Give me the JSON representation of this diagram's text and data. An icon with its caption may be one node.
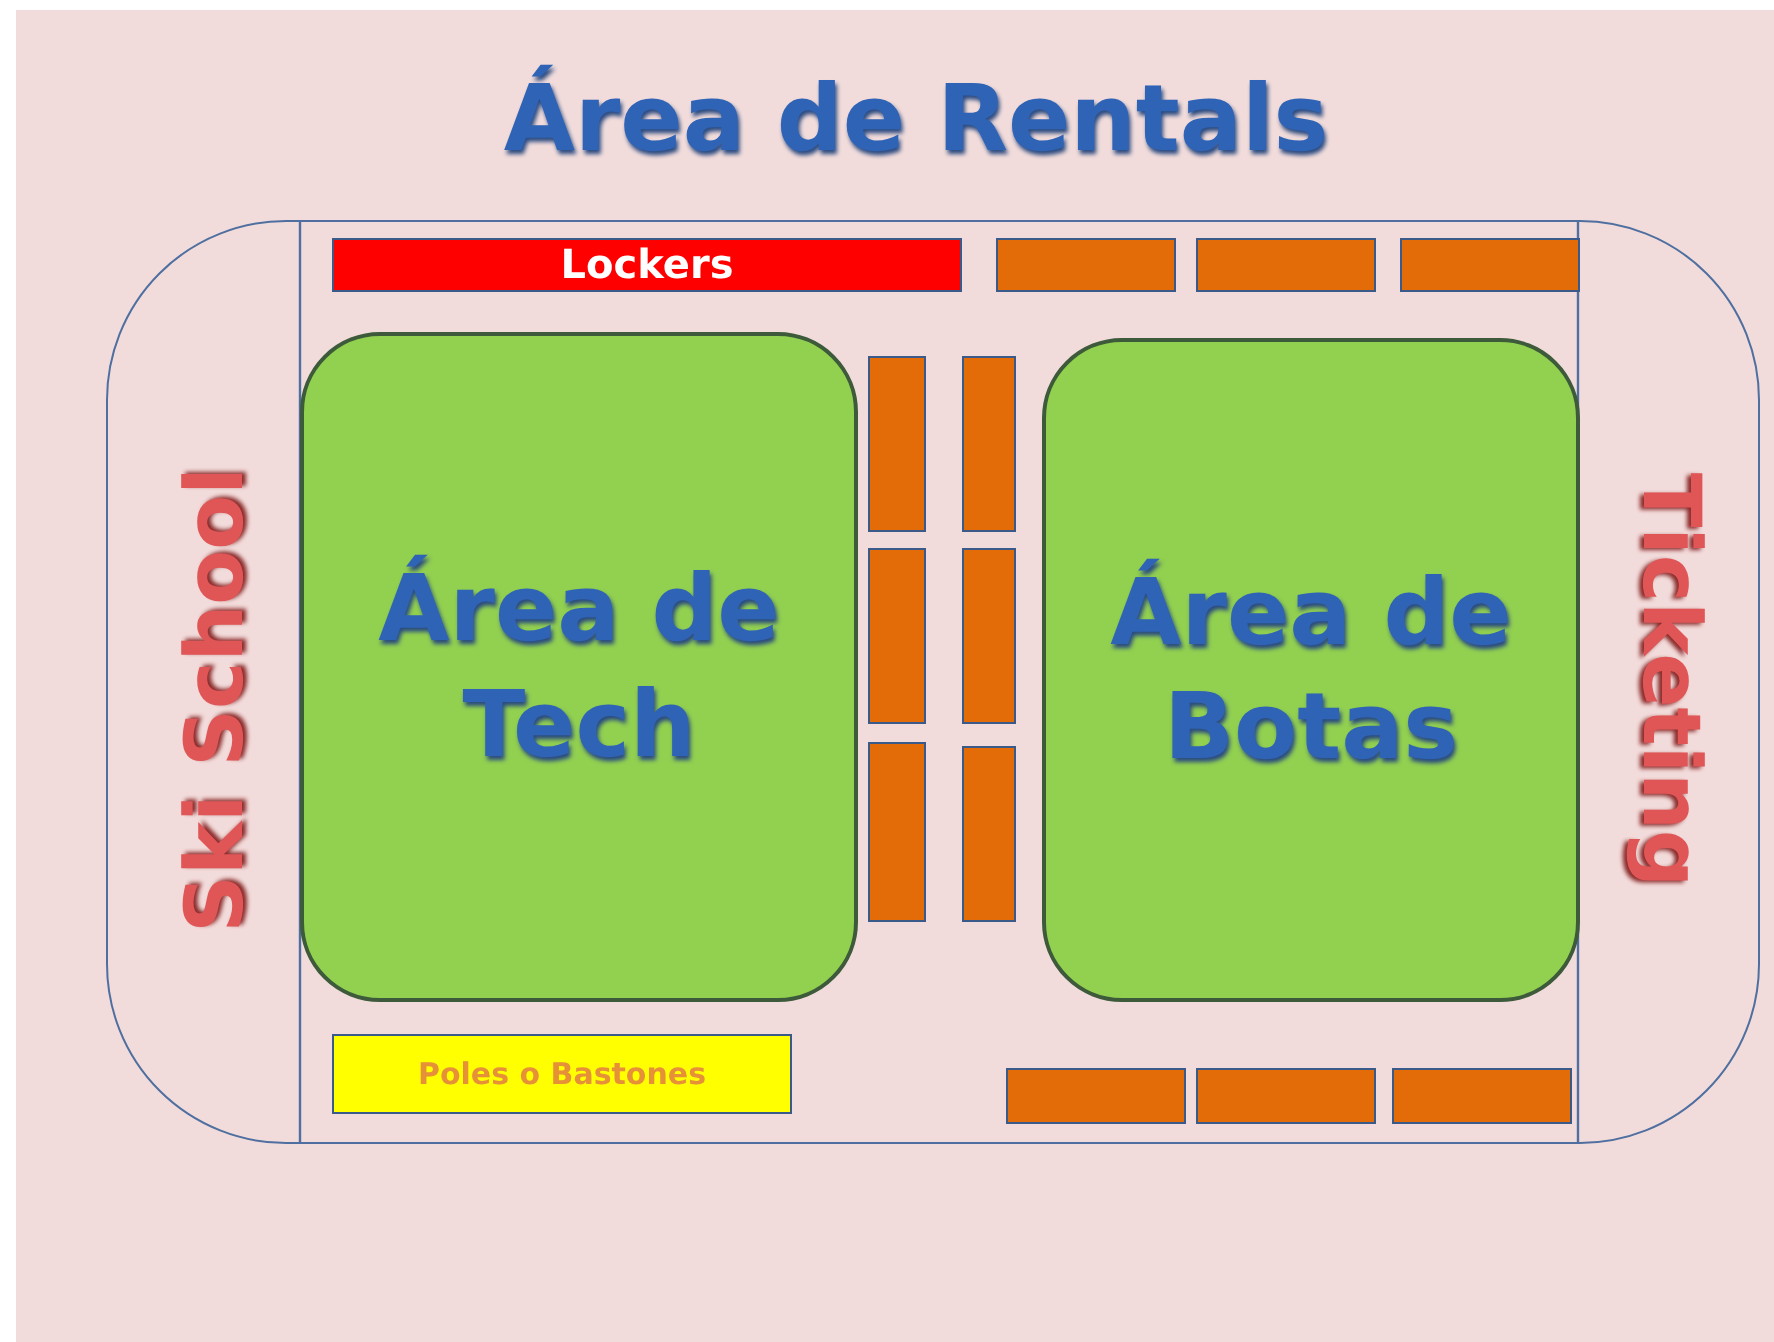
{
  "diagram": {
    "title": "Área de Rentals",
    "nodes": [
      {
        "text": [],
        "shape": "box"
      },
      {
        "text": [
          "Lockers"
        ],
        "in": 0
      },
      {
        "text": [],
        "shape": "box",
        "in": 0
      },
      {
        "text": [],
        "shape": "box",
        "in": 0
      },
      {
        "text": [],
        "shape": "box",
        "in": 0
      },
      {
        "text": [
          "Área de Tech"
        ],
        "in": 0
      },
      {
        "text": [],
        "shape": "box",
        "in": 0
      },
      {
        "text": [],
        "shape": "box",
        "in": 0
      },
      {
        "text": [],
        "shape": "box",
        "in": 0
      },
      {
        "text": [],
        "shape": "box",
        "in": 0
      },
      {
        "text": [],
        "shape": "box",
        "in": 0
      },
      {
        "text": [],
        "shape": "box",
        "in": 0
      },
      {
        "text": [
          "Área de Botas"
        ],
        "in": 0
      },
      {
        "text": [
          "Poles o Bastones"
        ],
        "in": 0
      },
      {
        "text": [],
        "shape": "box",
        "in": 0
      },
      {
        "text": [],
        "shape": "box",
        "in": 0
      },
      {
        "text": [],
        "shape": "box",
        "in": 0
      }
    ],
    "labels": [
      "Ski School",
      "Ticketing"
    ]
  }
}
